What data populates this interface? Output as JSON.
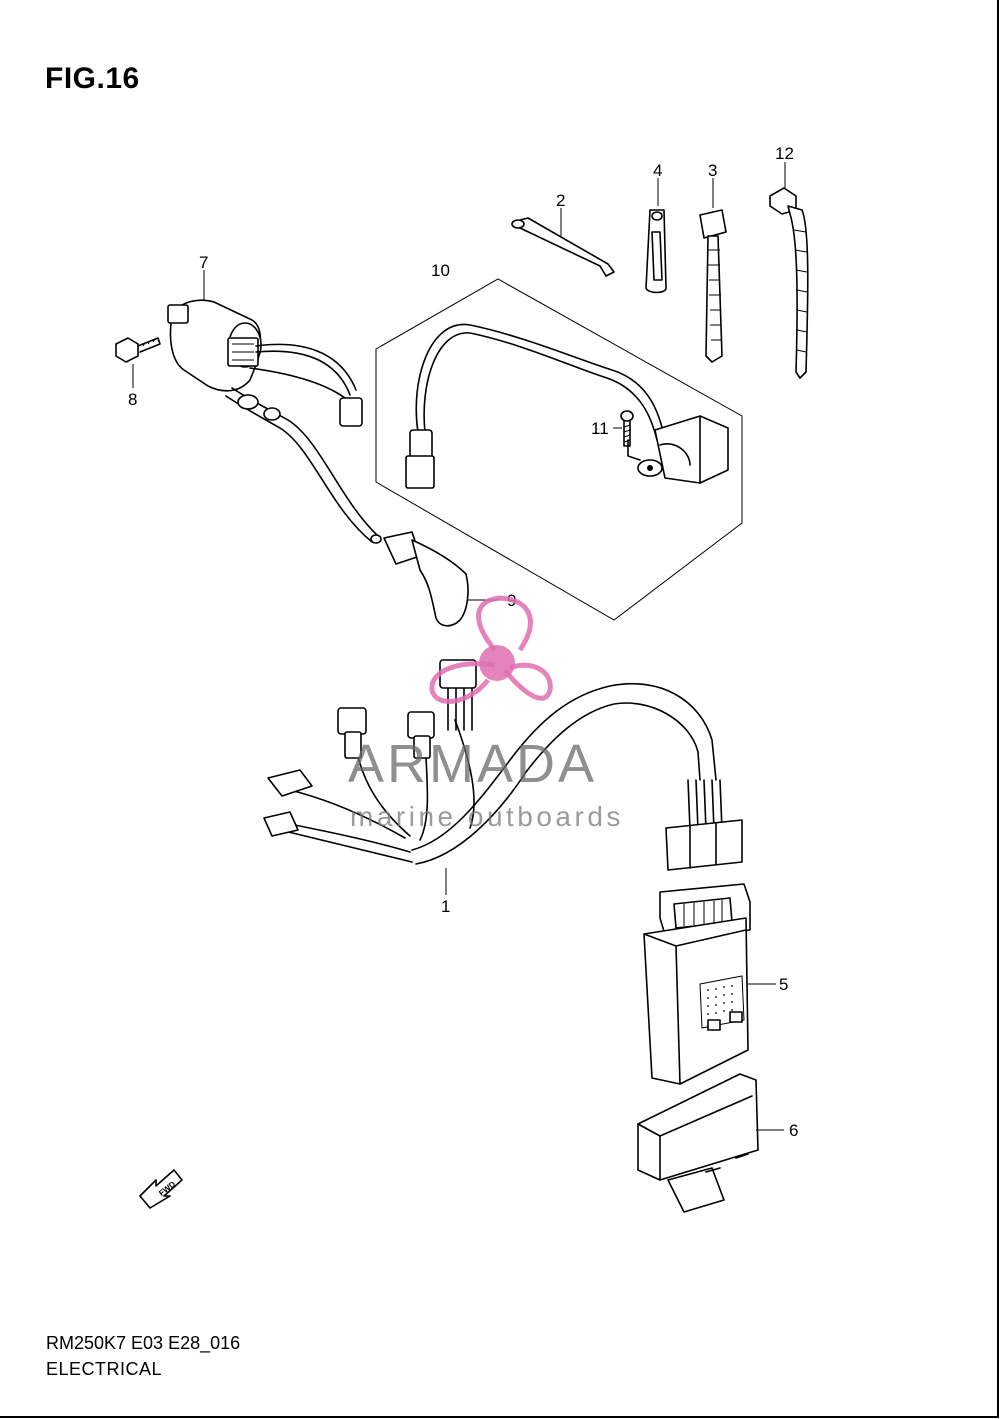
{
  "figure": {
    "title": "FIG.16"
  },
  "callouts": {
    "p1": "1",
    "p2": "2",
    "p3": "3",
    "p4": "4",
    "p5": "5",
    "p6": "6",
    "p7": "7",
    "p8": "8",
    "p9": "9",
    "p10": "10",
    "p11": "11",
    "p12": "12"
  },
  "direction_arrow": {
    "label": "FWD",
    "icon": "fwd-arrow-icon"
  },
  "watermark": {
    "brand": "ARMADA",
    "tagline": "marine outboards",
    "logo_color": "#e06fb0"
  },
  "footer": {
    "code": "RM250K7 E03 E28_016",
    "name": "ELECTRICAL"
  }
}
